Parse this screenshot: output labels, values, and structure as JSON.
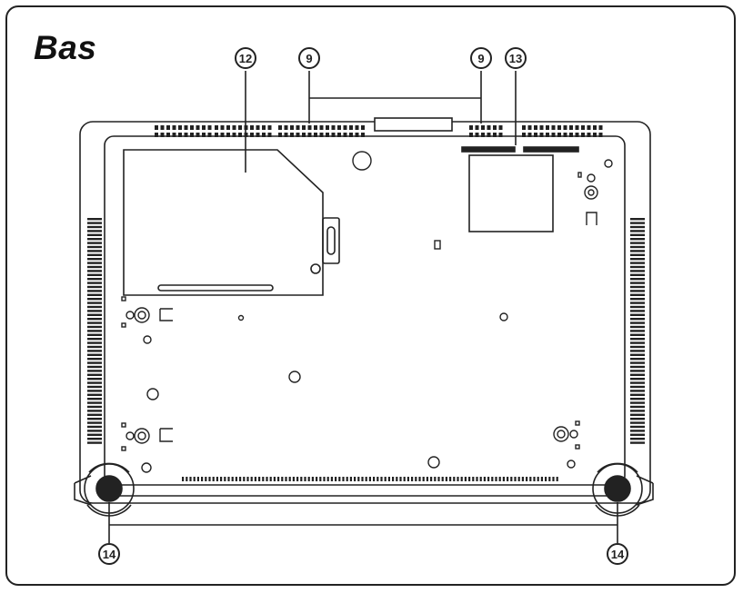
{
  "title": "Bas",
  "callouts": [
    {
      "id": "c12",
      "number": "12"
    },
    {
      "id": "c9a",
      "number": "9"
    },
    {
      "id": "c9b",
      "number": "9"
    },
    {
      "id": "c13",
      "number": "13"
    },
    {
      "id": "c14a",
      "number": "14"
    },
    {
      "id": "c14b",
      "number": "14"
    }
  ],
  "colors": {
    "line": "#222222",
    "background": "#ffffff"
  }
}
